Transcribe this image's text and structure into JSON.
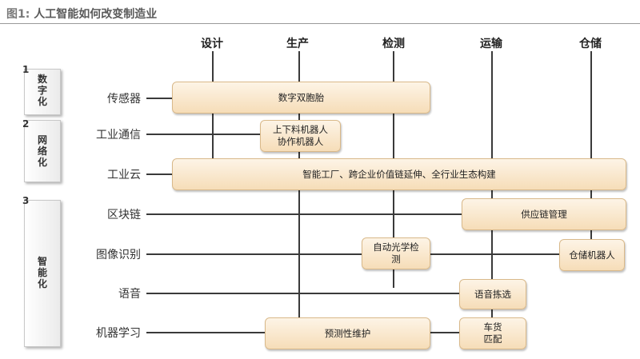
{
  "figure": {
    "label": "图1:",
    "title": "人工智能如何改变制造业"
  },
  "columns": [
    "设计",
    "生产",
    "检测",
    "运输",
    "仓储"
  ],
  "rows": [
    "传感器",
    "工业通信",
    "工业云",
    "区块链",
    "图像识别",
    "语音",
    "机器学习"
  ],
  "stages": [
    {
      "num": "1",
      "label": "数字化"
    },
    {
      "num": "2",
      "label": "网络化"
    },
    {
      "num": "3",
      "label": "智能化"
    }
  ],
  "boxes": {
    "digital_twin": "数字双胞胎",
    "robots_line1": "上下料机器人",
    "robots_line2": "协作机器人",
    "industrial_cloud": "智能工厂、跨企业价值链延伸、全行业生态构建",
    "supply_chain": "供应链管理",
    "aoi_line1": "自动光学检",
    "aoi_line2": "测",
    "warehouse_robot": "仓储机器人",
    "voice_picking": "语音拣选",
    "predictive_maintenance": "预测性维护",
    "vehicle_line1": "车货",
    "vehicle_line2": "匹配"
  }
}
